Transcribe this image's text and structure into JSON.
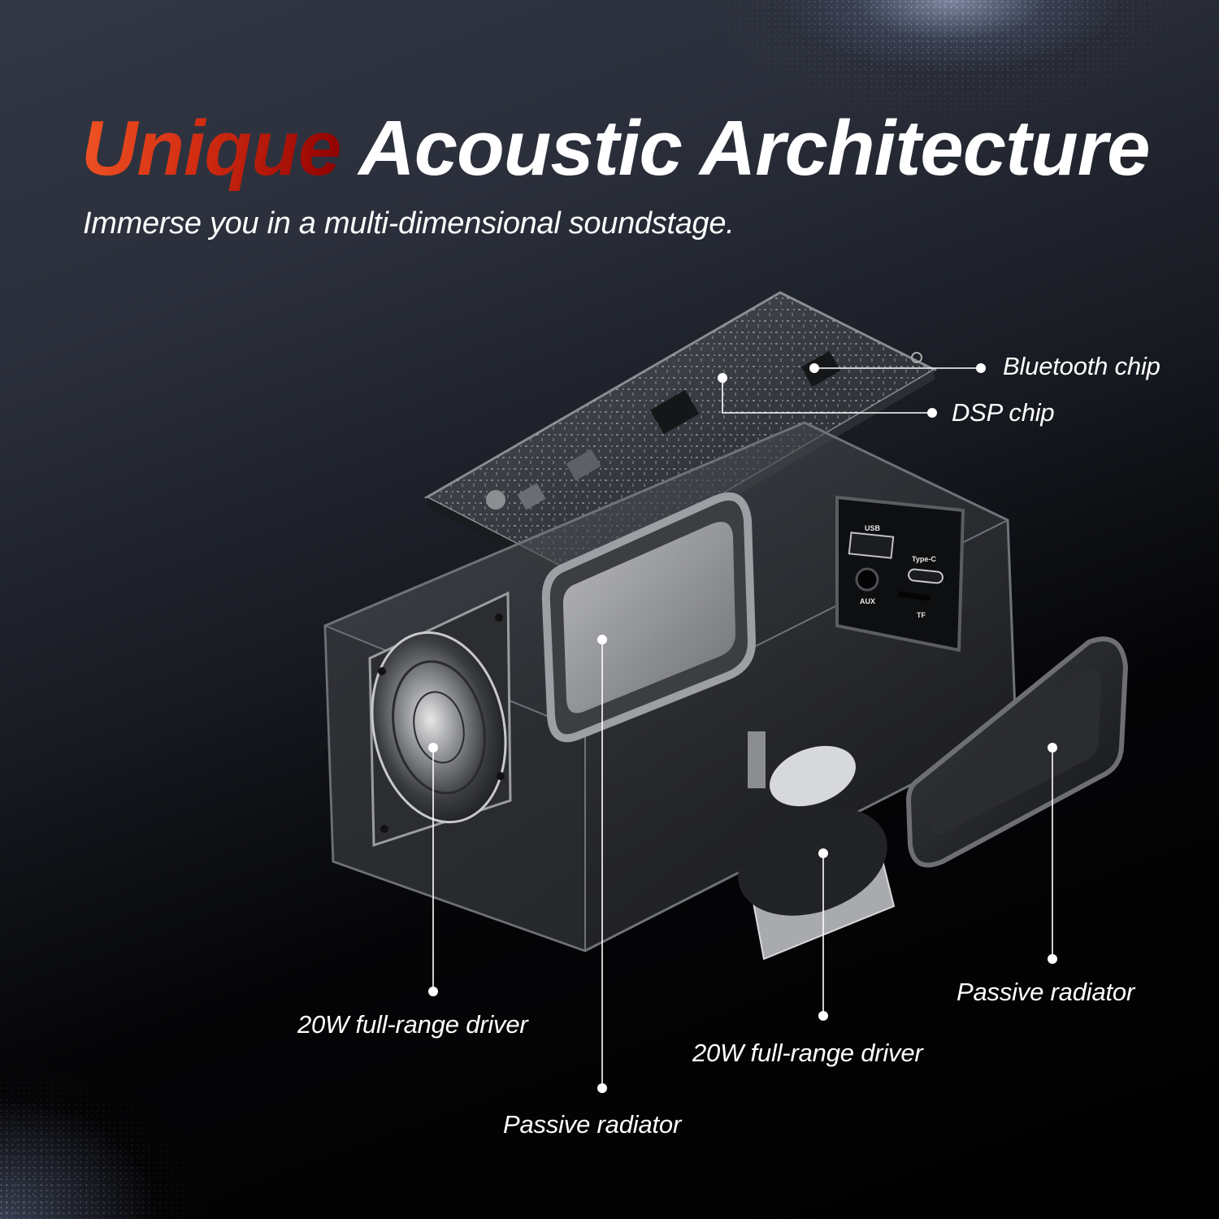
{
  "header": {
    "title_accent": "Unique",
    "title_rest": " Acoustic Architecture",
    "subtitle": "Immerse you in a multi-dimensional soundstage."
  },
  "colors": {
    "accent_start": "#ef5424",
    "accent_end": "#8e0000",
    "text": "#ffffff",
    "background_top": "#323744",
    "background_bottom": "#000000"
  },
  "ports": {
    "usb": "USB",
    "type_c": "Type-C",
    "aux": "AUX",
    "tf": "TF"
  },
  "callouts": [
    {
      "id": "bluetooth-chip",
      "label": "Bluetooth chip"
    },
    {
      "id": "dsp-chip",
      "label": "DSP chip"
    },
    {
      "id": "left-driver",
      "label": "20W full-range driver"
    },
    {
      "id": "front-radiator",
      "label": "Passive radiator"
    },
    {
      "id": "bottom-driver",
      "label": "20W full-range driver"
    },
    {
      "id": "rear-radiator",
      "label": "Passive radiator"
    }
  ]
}
